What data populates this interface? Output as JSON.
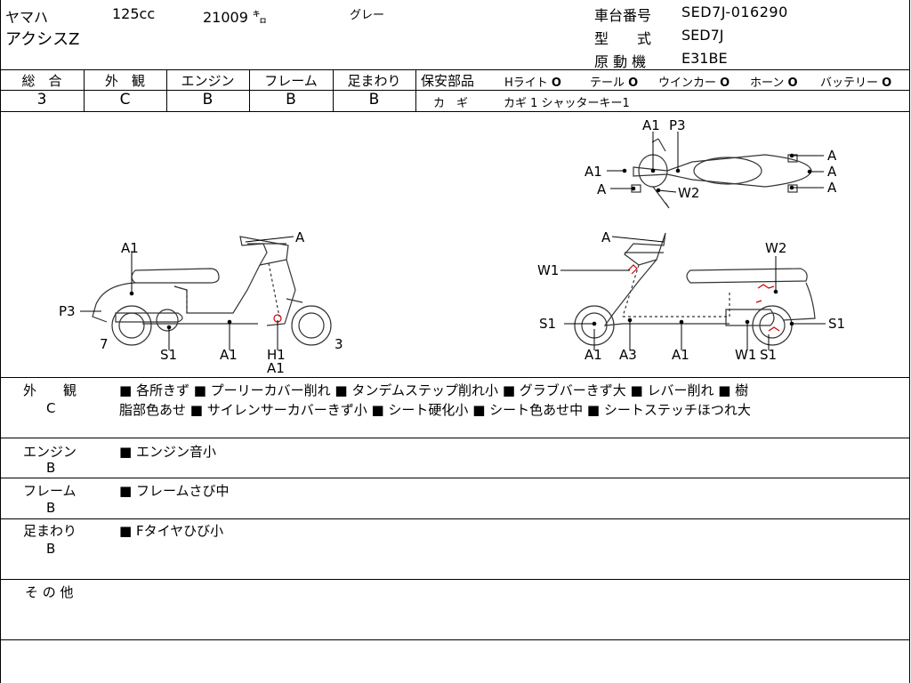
{
  "header": {
    "maker": "ヤマハ",
    "displacement": "125cc",
    "mileage": "21009 ㌔",
    "color": "グレー",
    "model_name": "アクシスZ",
    "frame_no_label": "車台番号",
    "frame_no": "SED7J-016290",
    "type_label": "型　　式",
    "type_value": "SED7J",
    "engine_label": "原 動 機",
    "engine_value": "E31BE"
  },
  "grades": {
    "total_label": "総　合",
    "total": "3",
    "exterior_label": "外　観",
    "exterior": "C",
    "engine_label": "エンジン",
    "engine": "B",
    "frame_label": "フレーム",
    "frame": "B",
    "suspension_label": "足まわり",
    "suspension": "B"
  },
  "safety": {
    "label": "保安部品",
    "items": [
      {
        "name": "Hライト",
        "mark": "O"
      },
      {
        "name": "テール",
        "mark": "O"
      },
      {
        "name": "ウインカー",
        "mark": "O"
      },
      {
        "name": "ホーン",
        "mark": "O"
      },
      {
        "name": "バッテリー",
        "mark": "O"
      }
    ],
    "key_label": "カ　ギ",
    "key_value": "カギ 1 シャッターキー1"
  },
  "diagram": {
    "left": {
      "labels": [
        "A",
        "A1",
        "P3",
        "7",
        "3",
        "S1",
        "A1",
        "H1",
        "A1"
      ]
    },
    "right": {
      "labels": [
        "A",
        "W1",
        "W2",
        "S1",
        "S1",
        "A1",
        "A3",
        "A1",
        "W1",
        "S1"
      ]
    },
    "top": {
      "labels": [
        "A1",
        "P3",
        "A1",
        "A",
        "W2",
        "A",
        "A",
        "A"
      ]
    }
  },
  "notes": {
    "exterior_label": "外　　観",
    "exterior_grade": "C",
    "exterior_line1": "■ 各所きず ■ プーリーカバー削れ ■ タンデムステップ削れ小 ■ グラブバーきず大 ■ レバー削れ ■ 樹",
    "exterior_line2": "脂部色あせ ■ サイレンサーカバーきず小 ■ シート硬化小 ■ シート色あせ中 ■ シートステッチほつれ大",
    "engine_label": "エンジン",
    "engine_grade": "B",
    "engine_text": "■ エンジン音小",
    "frame_label": "フレーム",
    "frame_grade": "B",
    "frame_text": "■ フレームさび中",
    "suspension_label": "足まわり",
    "suspension_grade": "B",
    "suspension_text": "■ Fタイヤひび小",
    "other_label": "そ の 他"
  }
}
